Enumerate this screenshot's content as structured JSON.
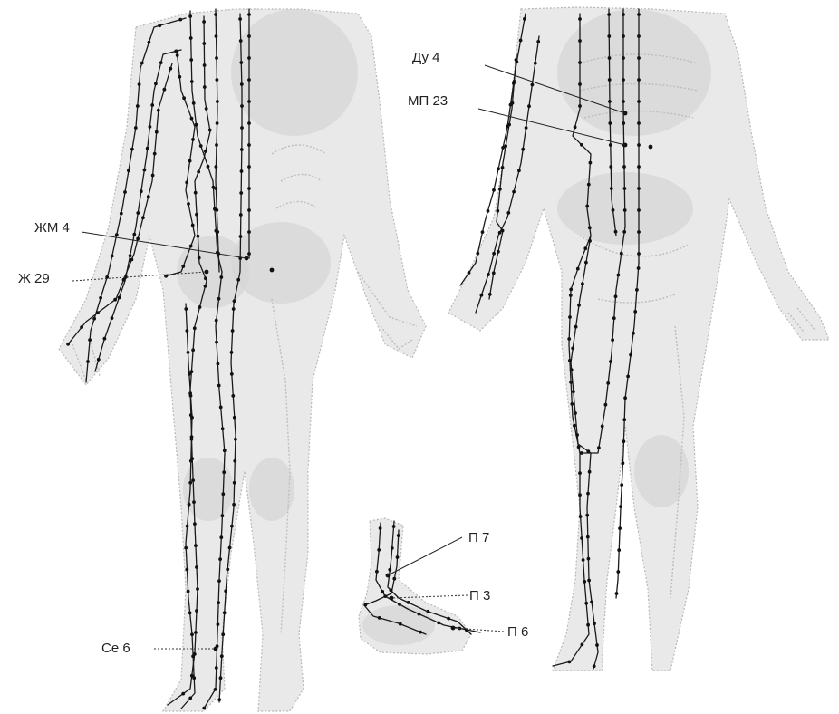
{
  "labels": {
    "du4": "Ду 4",
    "mp23": "МП 23",
    "zhm4": "ЖМ 4",
    "zh29": "Ж 29",
    "ce6": "Се 6",
    "p7": "П 7",
    "p3": "П 3",
    "p6": "П 6"
  },
  "colors": {
    "meridian": "#1a1a1a",
    "figure": "#e9e9e9",
    "shading": "#d6d6d6"
  }
}
